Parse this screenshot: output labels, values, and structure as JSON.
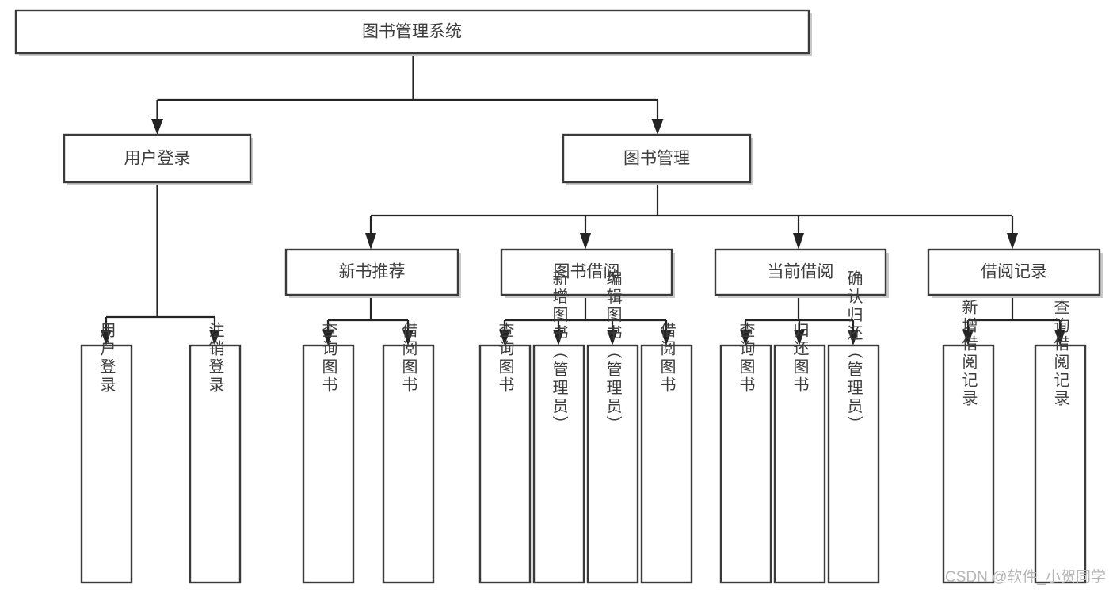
{
  "diagram": {
    "title": "图书管理系统",
    "type": "tree-hierarchy",
    "root": {
      "id": "root",
      "label": "图书管理系统"
    },
    "level2": [
      {
        "id": "user-login",
        "label": "用户登录"
      },
      {
        "id": "book-manage",
        "label": "图书管理"
      }
    ],
    "level3": [
      {
        "id": "new-book-rec",
        "label": "新书推荐",
        "parent": "book-manage"
      },
      {
        "id": "book-borrow",
        "label": "图书借阅",
        "parent": "book-manage"
      },
      {
        "id": "current-borrow",
        "label": "当前借阅",
        "parent": "book-manage"
      },
      {
        "id": "borrow-record",
        "label": "借阅记录",
        "parent": "book-manage"
      }
    ],
    "leaves": [
      {
        "id": "leaf-user-login",
        "label": "用户登录",
        "parent": "user-login"
      },
      {
        "id": "leaf-user-logout",
        "label": "注销登录",
        "parent": "user-login"
      },
      {
        "id": "leaf-query-book-1",
        "label": "查询图书",
        "parent": "new-book-rec"
      },
      {
        "id": "leaf-borrow-book-1",
        "label": "借阅图书",
        "parent": "new-book-rec"
      },
      {
        "id": "leaf-query-book-2",
        "label": "查询图书",
        "parent": "book-borrow"
      },
      {
        "id": "leaf-add-book",
        "label": "新增图书（管理员）",
        "parent": "book-borrow"
      },
      {
        "id": "leaf-edit-book",
        "label": "编辑图书（管理员）",
        "parent": "book-borrow"
      },
      {
        "id": "leaf-borrow-book-2",
        "label": "借阅图书",
        "parent": "book-borrow"
      },
      {
        "id": "leaf-query-book-3",
        "label": "查询图书",
        "parent": "current-borrow"
      },
      {
        "id": "leaf-return-book",
        "label": "归还图书",
        "parent": "current-borrow"
      },
      {
        "id": "leaf-confirm-return",
        "label": "确认归还（管理员）",
        "parent": "current-borrow"
      },
      {
        "id": "leaf-add-record",
        "label": "新增借阅记录",
        "parent": "borrow-record"
      },
      {
        "id": "leaf-query-record",
        "label": "查询借阅记录",
        "parent": "borrow-record"
      }
    ]
  },
  "watermark": {
    "text": "CSDN @软件_小贺同学"
  },
  "colors": {
    "box_stroke": "#3a3a3a",
    "connector": "#242424",
    "text": "#3d3d3d",
    "background": "#ffffff",
    "watermark": "#b6b6b6"
  }
}
